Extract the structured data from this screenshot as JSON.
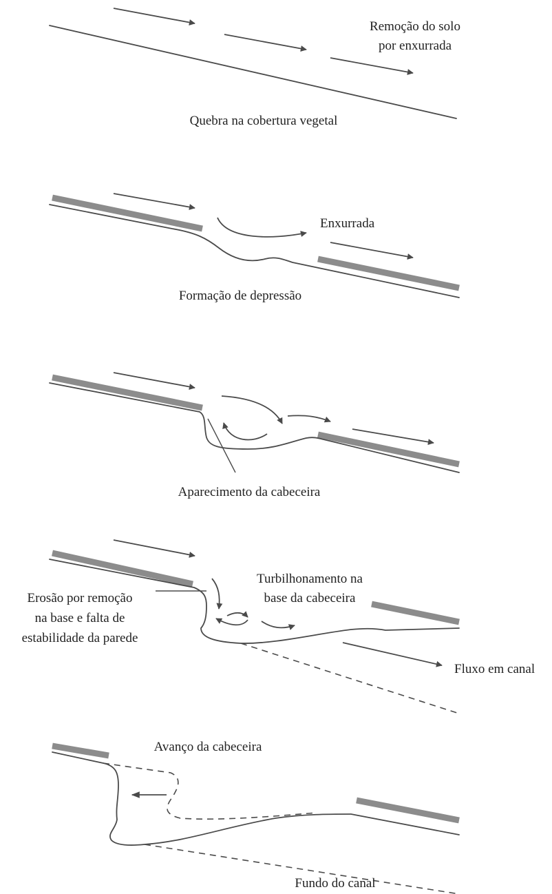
{
  "colors": {
    "line": "#4a4a4a",
    "vegetation": "#8c8c8c",
    "text": "#222222",
    "background": "#ffffff"
  },
  "stage1": {
    "label_removal_line1": "Remoção do solo",
    "label_removal_line2": "por enxurrada",
    "caption": "Quebra na cobertura vegetal"
  },
  "stage2": {
    "label_runoff": "Enxurrada",
    "caption": "Formação de depressão"
  },
  "stage3": {
    "caption": "Aparecimento da cabeceira"
  },
  "stage4": {
    "label_erosion_line1": "Erosão por remoção",
    "label_erosion_line2": "na base e falta de",
    "label_erosion_line3": "estabilidade da parede",
    "label_turbulence_line1": "Turbilhonamento na",
    "label_turbulence_line2": "base da cabeceira",
    "label_channel_flow": "Fluxo em canal"
  },
  "stage5": {
    "label_advance": "Avanço da cabeceira",
    "label_channel_bottom": "Fundo do canal"
  }
}
